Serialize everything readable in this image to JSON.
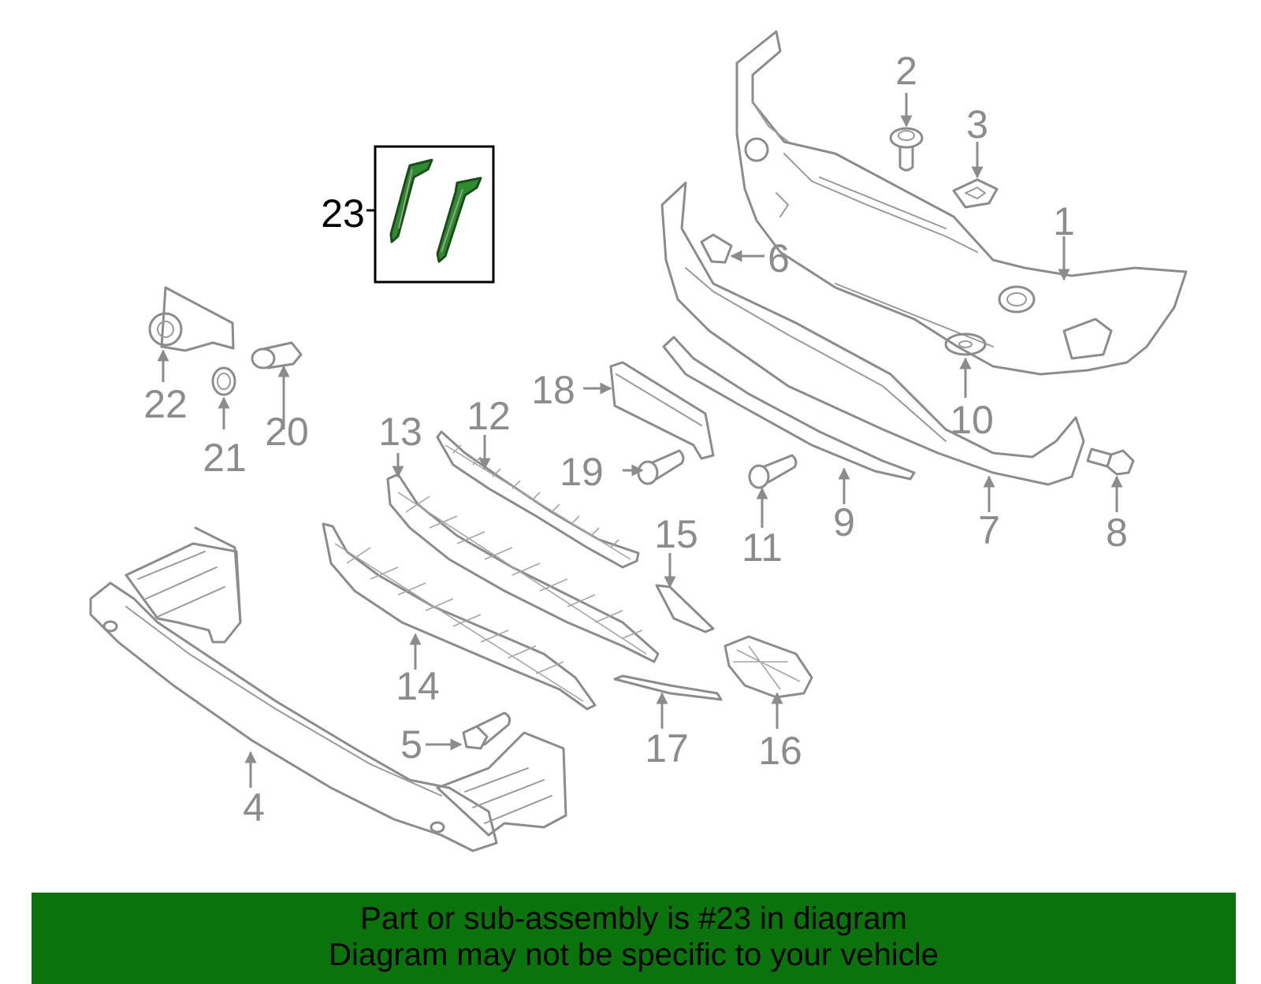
{
  "diagram": {
    "highlighted_part": "23",
    "callouts": [
      "1",
      "2",
      "3",
      "4",
      "5",
      "6",
      "7",
      "8",
      "9",
      "10",
      "11",
      "12",
      "13",
      "14",
      "15",
      "16",
      "17",
      "18",
      "19",
      "20",
      "21",
      "22",
      "23"
    ]
  },
  "banner": {
    "line1": "Part or sub-assembly is #23 in diagram",
    "line2": "Diagram may not be specific to your vehicle"
  },
  "colors": {
    "banner_bg": "#0b730b",
    "highlight_part": "#2e8b2e",
    "parts_stroke": "#8c8c8c"
  }
}
